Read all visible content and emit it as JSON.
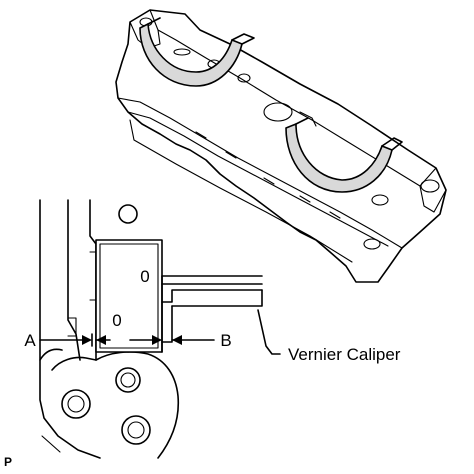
{
  "labels": {
    "a": "A",
    "b": "B",
    "caliper": "Vernier Caliper",
    "bearing_mark_upper": "0",
    "bearing_mark_lower": "0",
    "figure_code": "P"
  },
  "colors": {
    "line": "#000000",
    "bearing_fill": "#d9d9d9",
    "background": "#ffffff"
  }
}
